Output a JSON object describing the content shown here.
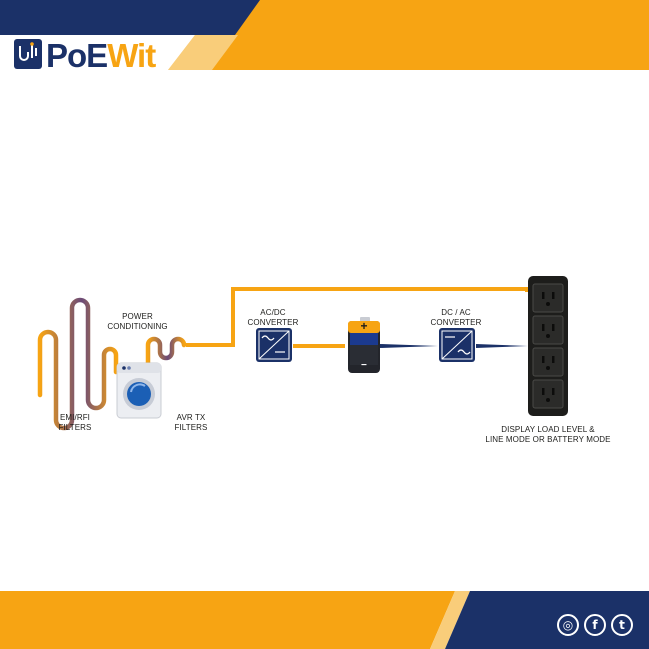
{
  "brand": {
    "name_part1": "PoE",
    "name_part2": "Wit",
    "logo_icon": "plug-circuit-icon",
    "colors": {
      "navy": "#1b3168",
      "orange": "#f7a413",
      "light_orange": "#f9cd7a"
    }
  },
  "diagram": {
    "labels": {
      "power_conditioning": [
        "POWER",
        "CONDITIONING"
      ],
      "emi_rfi_filters": [
        "EMI/RFI",
        "FILTERS"
      ],
      "avr_tx_filters": [
        "AVR TX",
        "FILTERS"
      ],
      "ac_dc_converter": [
        "AC/DC",
        "CONVERTER"
      ],
      "dc_ac_converter": [
        "DC / AC",
        "CONVERTER"
      ],
      "display": [
        "DISPLAY LOAD LEVEL &",
        "LINE MODE OR BATTERY MODE"
      ]
    },
    "battery_symbols": {
      "plus": "+",
      "minus": "−"
    },
    "outlet_count": 4
  },
  "footer": {
    "social_icons": [
      "instagram-icon",
      "facebook-icon",
      "twitter-icon"
    ],
    "social_glyphs": [
      "◎",
      "f",
      "t"
    ]
  }
}
